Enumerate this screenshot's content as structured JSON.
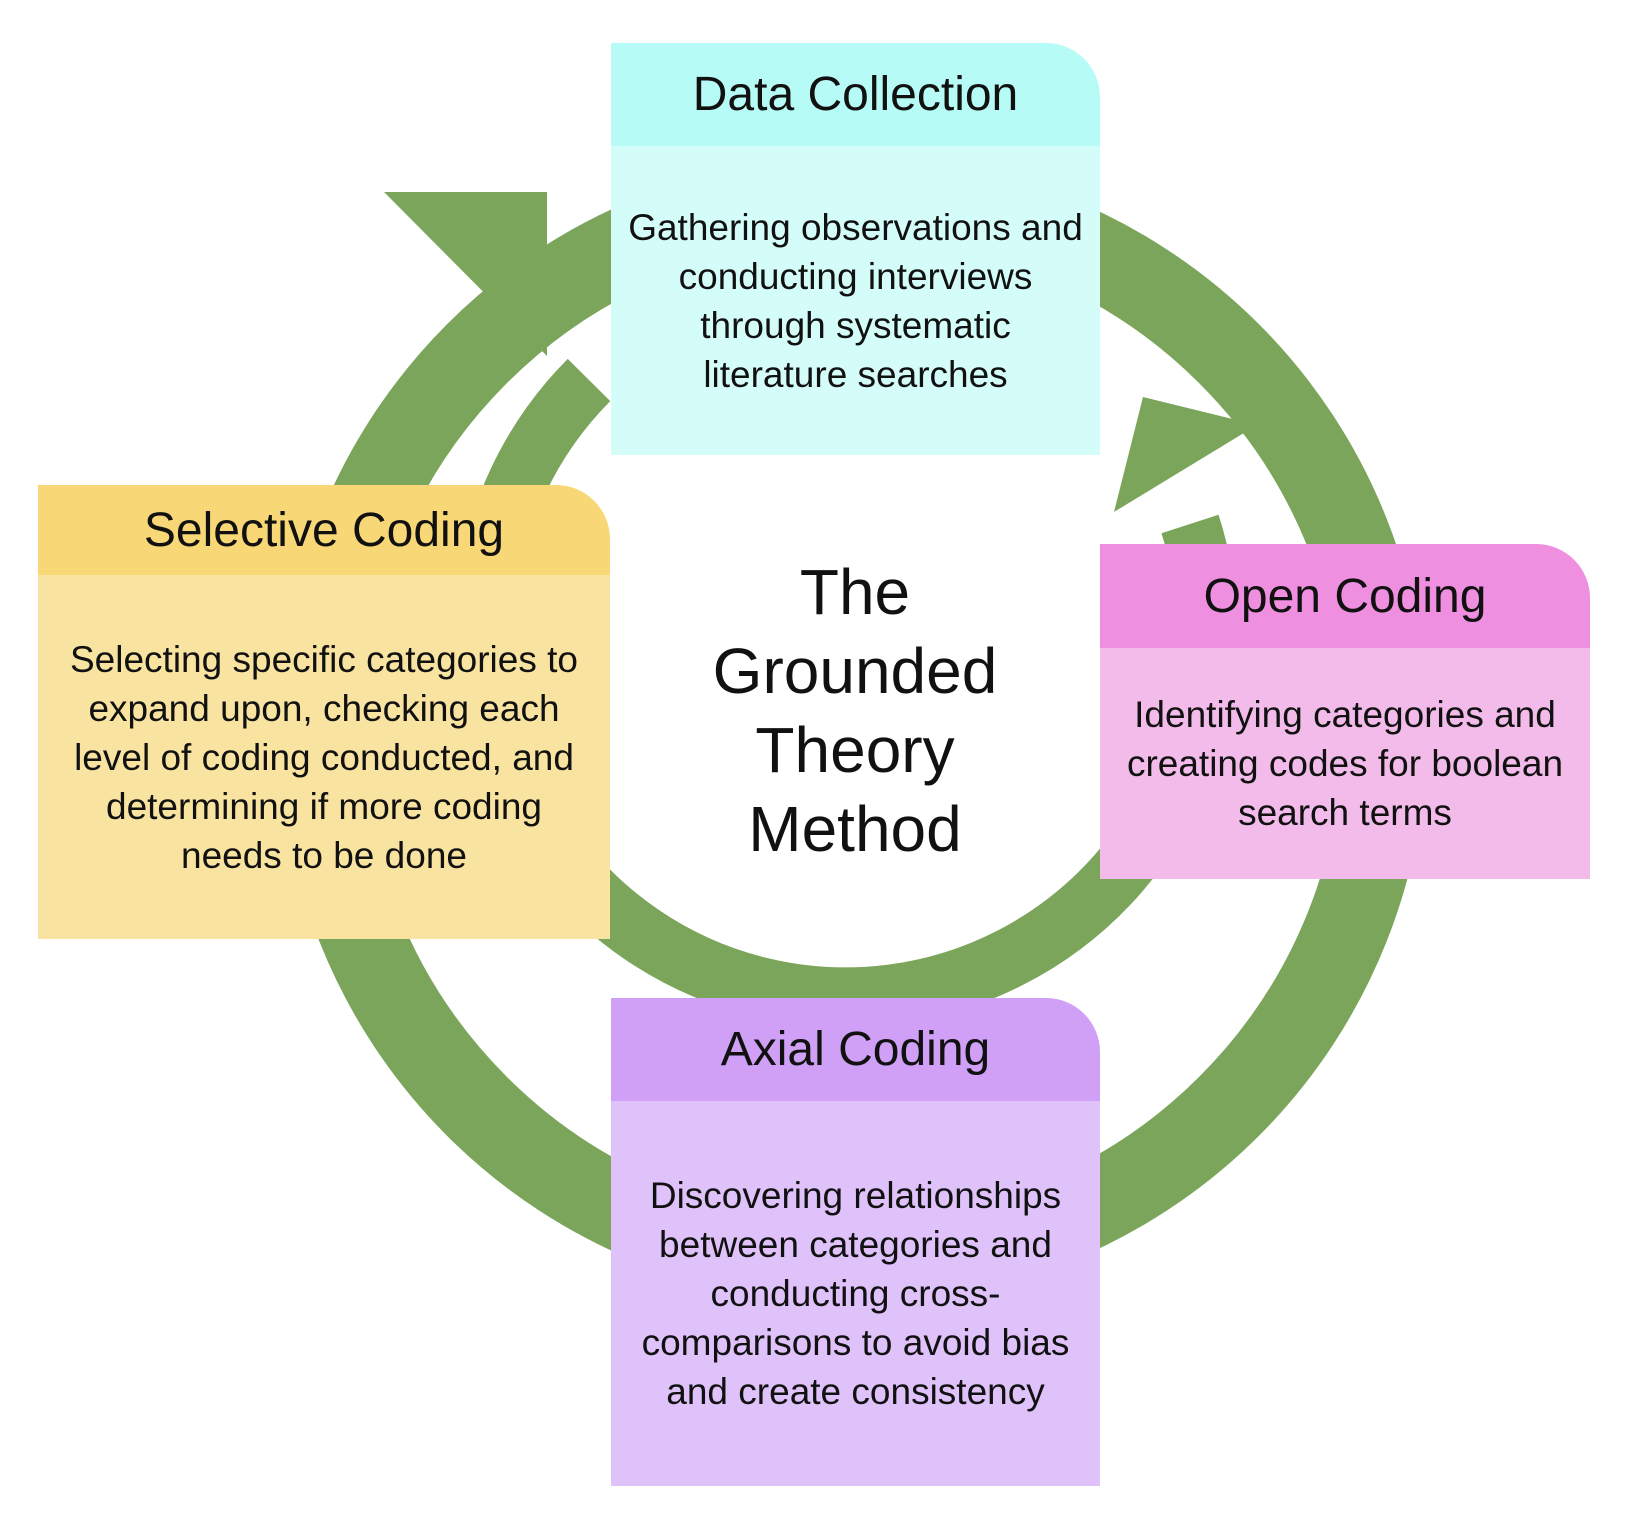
{
  "title": "The\nGrounded\nTheory\nMethod",
  "colors": {
    "arrow": "#7aa55a"
  },
  "stages": {
    "data_collection": {
      "heading": "Data Collection",
      "description": "Gathering observations and conducting interviews through systematic literature searches"
    },
    "selective_coding": {
      "heading": "Selective Coding",
      "description": "Selecting specific categories to expand upon, checking each level of coding conducted, and determining if more coding needs to be done"
    },
    "open_coding": {
      "heading": "Open Coding",
      "description": "Identifying categories and creating codes for boolean search terms"
    },
    "axial_coding": {
      "heading": "Axial Coding",
      "description": "Discovering relationships between categories and conducting cross-comparisons to avoid bias and create consistency"
    }
  }
}
